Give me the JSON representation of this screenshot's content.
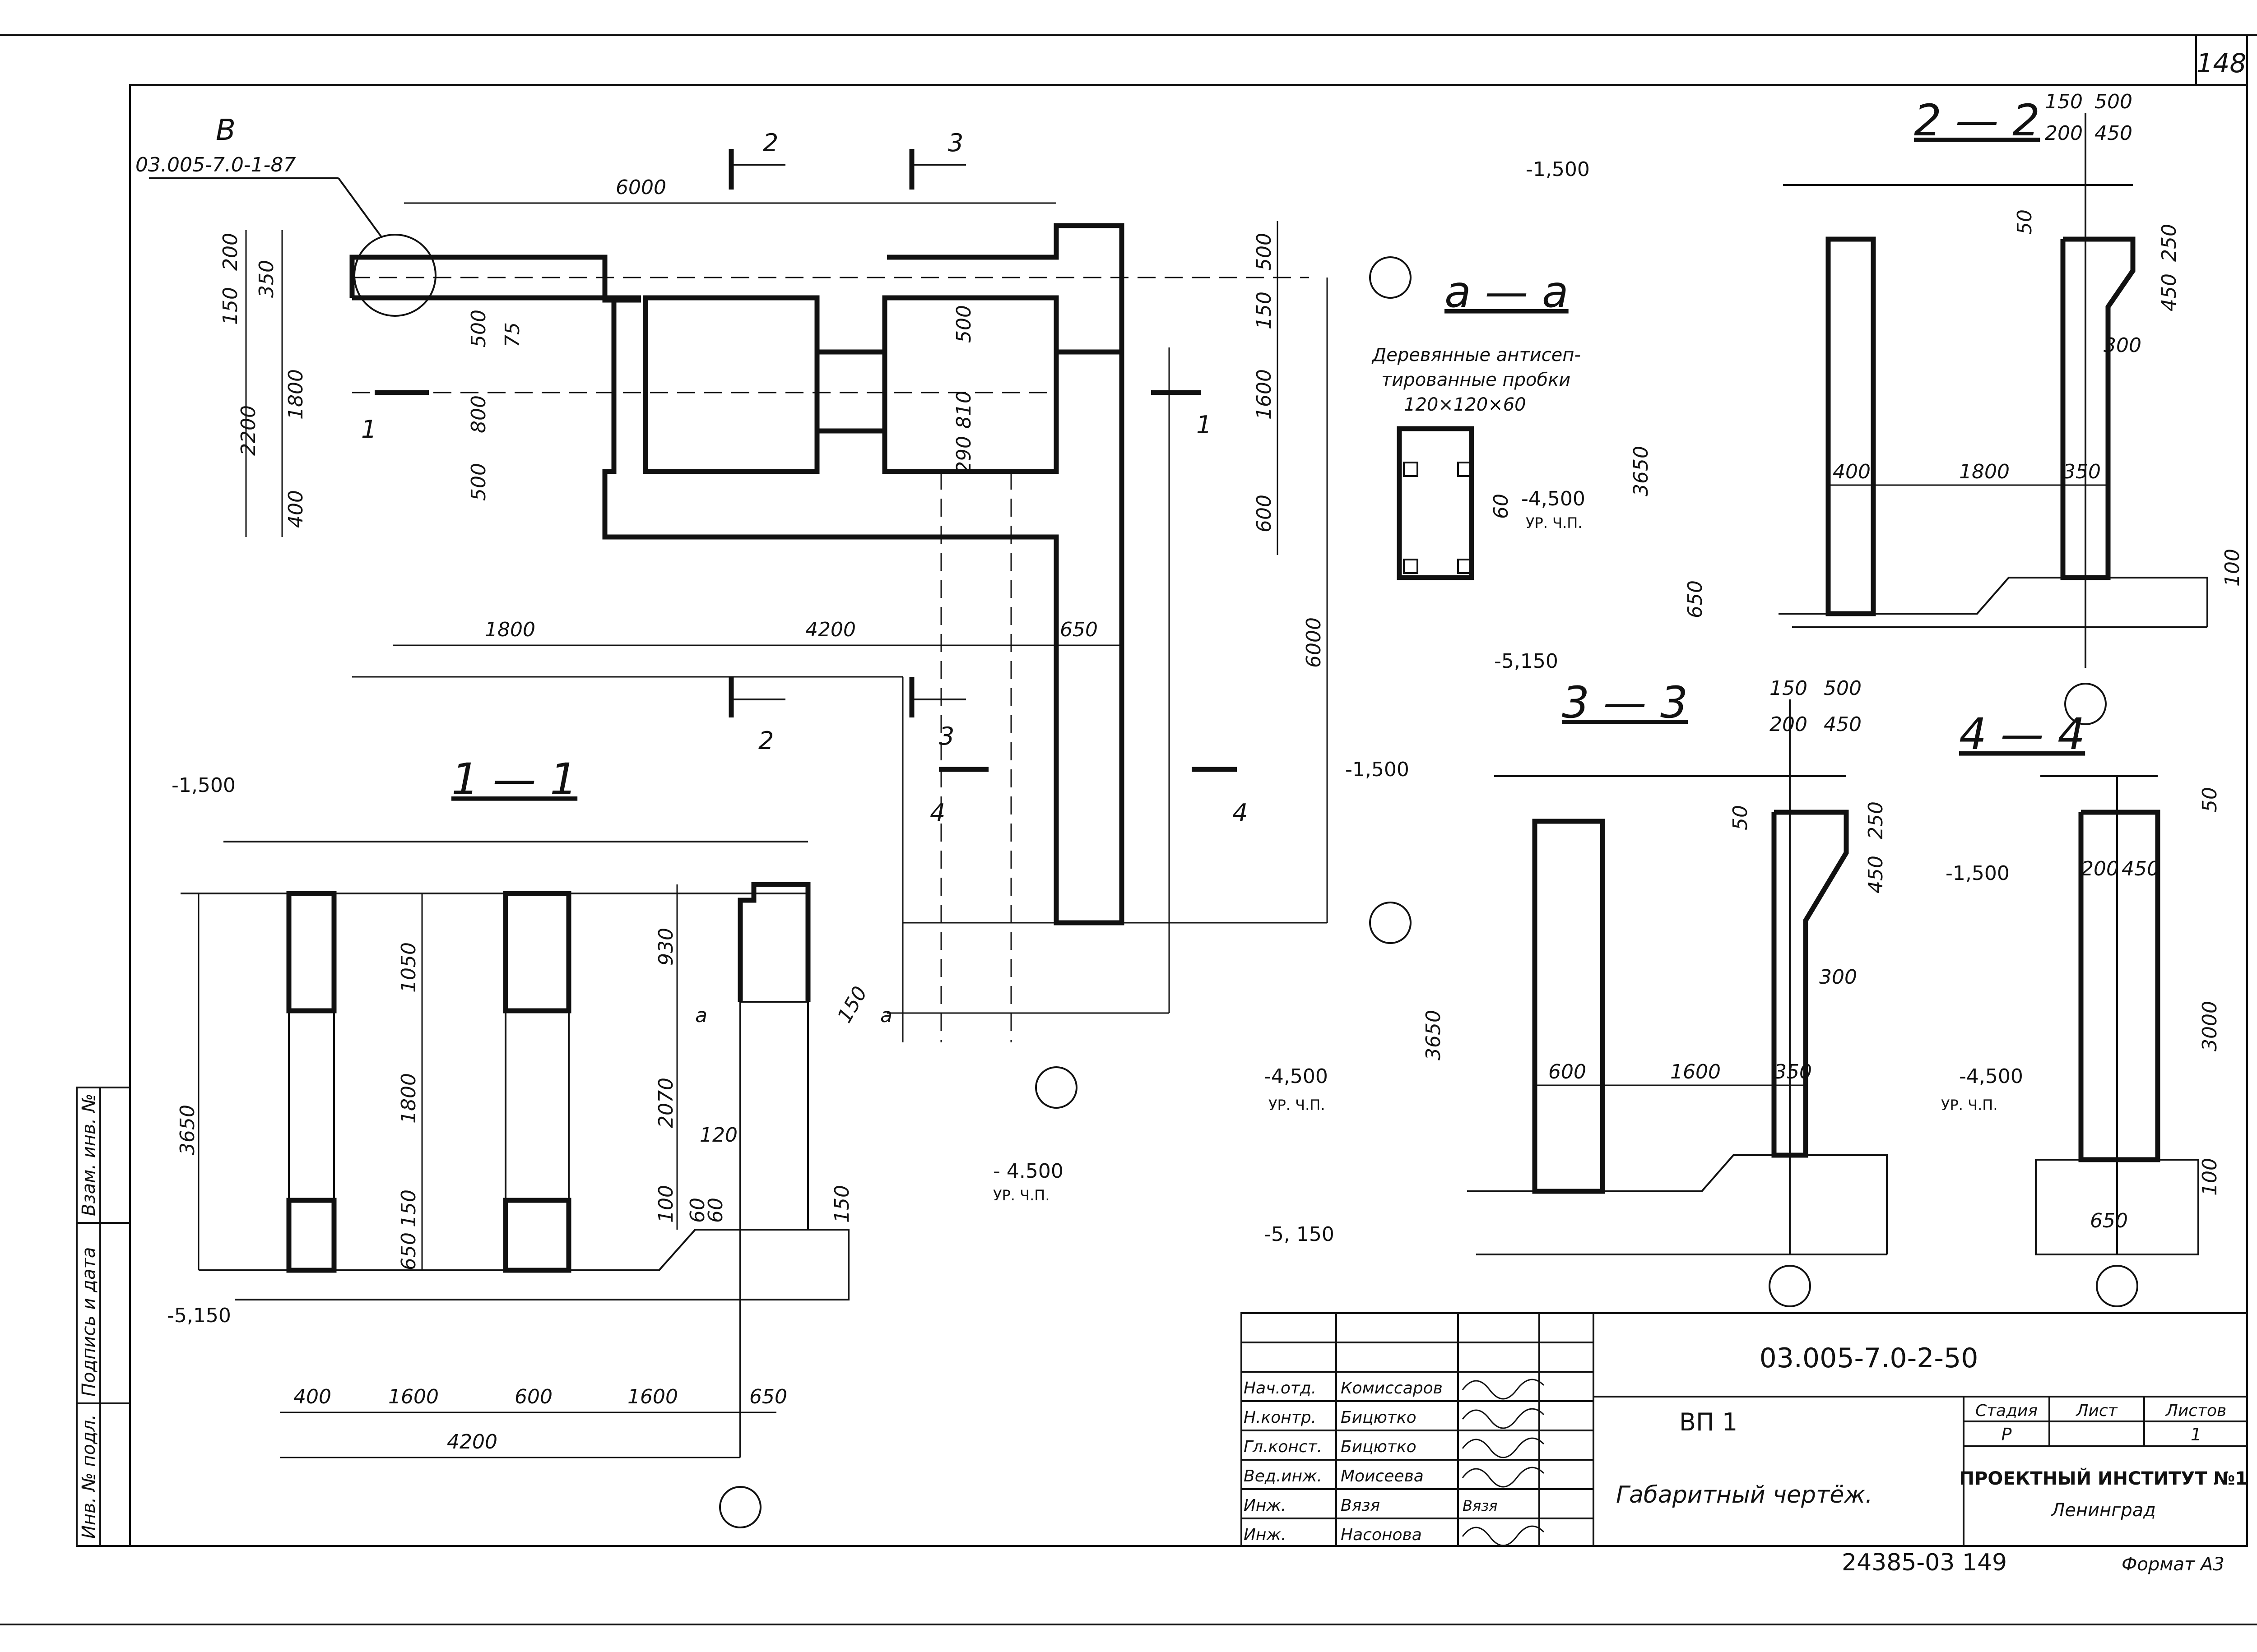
{
  "sheet": {
    "page_number": "148"
  },
  "callout": {
    "letter": "B",
    "reference": "03.005-7.0-1-87"
  },
  "plan": {
    "sections": {
      "s2": "2",
      "s3": "3",
      "s1": "1",
      "s4": "4"
    },
    "dims": {
      "d6000_top": "6000",
      "d200": "200",
      "d350": "350",
      "d150": "150",
      "d1800": "1800",
      "d2200": "2200",
      "d400": "400",
      "d500_a": "500",
      "d75": "75",
      "d800": "800",
      "d500_b": "500",
      "d500_c": "500",
      "d810": "810",
      "d290": "290",
      "r500": "500",
      "r150": "150",
      "r1600": "1600",
      "r600": "600",
      "b1800": "1800",
      "b4200": "4200",
      "b650": "650",
      "v6000": "6000"
    }
  },
  "detail_aa": {
    "title": "a — a",
    "note_line1": "Деревянные антисеп-",
    "note_line2": "тированные пробки",
    "note_line3": "120×120×60",
    "d60": "60"
  },
  "section_11": {
    "title": "1 — 1",
    "elev_top": "-1,500",
    "elev_mid": "- 4.500",
    "elev_mid_sub": "УР. Ч.П.",
    "elev_bot": "-5,150",
    "d3650": "3650",
    "d1050": "1050",
    "d1800": "1800",
    "d150": "150",
    "d650": "650",
    "d930": "930",
    "d2070": "2070",
    "d100": "100",
    "d120": "120",
    "d60a": "60",
    "d60b": "60",
    "d150b": "150",
    "d150c": "150",
    "mark_a1": "a",
    "mark_a2": "a",
    "b400": "400",
    "b1600a": "1600",
    "b600": "600",
    "b1600b": "1600",
    "b650": "650",
    "b4200": "4200"
  },
  "section_22": {
    "title": "2 — 2",
    "elev_top": "-1,500",
    "elev_mid": "-4,500",
    "elev_mid_sub": "УР. Ч.П.",
    "elev_bot": "-5,150",
    "d150": "150",
    "d500": "500",
    "d200": "200",
    "d450": "450",
    "d50": "50",
    "d250": "250",
    "d450v": "450",
    "d300": "300",
    "d3650": "3650",
    "d400": "400",
    "d1800": "1800",
    "d350": "350",
    "d650": "650",
    "d100": "100"
  },
  "section_33": {
    "title": "3 — 3",
    "elev_top": "-1,500",
    "elev_mid": "-4,500",
    "elev_mid_sub": "УР. Ч.П.",
    "elev_bot": "-5, 150",
    "d150": "150",
    "d500": "500",
    "d200": "200",
    "d450": "450",
    "d50": "50",
    "d250": "250",
    "d450v": "450",
    "d300": "300",
    "d3650": "3650",
    "d600": "600",
    "d1600": "1600",
    "d350": "350"
  },
  "section_44": {
    "title": "4 — 4",
    "elev_top": "-1,500",
    "elev_mid": "-4,500",
    "elev_mid_sub": "УР. Ч.П.",
    "d50": "50",
    "d200": "200",
    "d450": "450",
    "d3000": "3000",
    "d100": "100",
    "d650": "650"
  },
  "side_strip": {
    "c1": "Инв. № подл.",
    "c2": "Подпись и дата",
    "c3": "Взам. инв. №"
  },
  "title_block": {
    "designation": "03.005-7.0-2-50",
    "object": "ВП 1",
    "doc_title": "Габаритный чертёж.",
    "stage_h": "Стадия",
    "sheet_h": "Лист",
    "sheets_h": "Листов",
    "stage": "Р",
    "sheet": "",
    "sheets": "1",
    "org_line1": "ПРОЕКТНЫЙ ИНСТИТУТ №1",
    "org_line2": "Ленинград",
    "staff": [
      {
        "role": "Нач.отд.",
        "name": "Комиссаров"
      },
      {
        "role": "Н.контр.",
        "name": "Бицютко"
      },
      {
        "role": "Гл.конст.",
        "name": "Бицютко"
      },
      {
        "role": "Вед.инж.",
        "name": "Моисеева"
      },
      {
        "role": "Инж.",
        "name": "Вязя"
      },
      {
        "role": "Инж.",
        "name": "Насонова"
      }
    ],
    "signature_vyazya": "Вязя"
  },
  "footer": {
    "code": "24385-03 149",
    "format": "Формат А3"
  }
}
